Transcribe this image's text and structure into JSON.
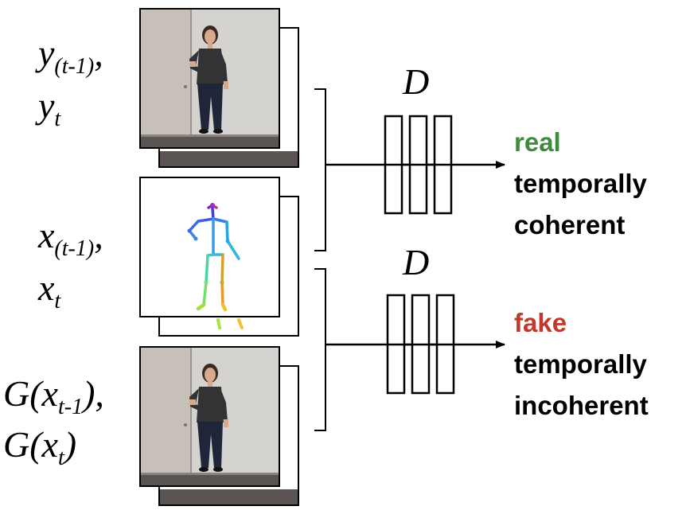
{
  "labels": {
    "y_group": {
      "line1_var": "y",
      "line1_sub": "(t-1)",
      "line1_tail": ",",
      "line2_var": "y",
      "line2_sub": "t"
    },
    "x_group": {
      "line1_var": "x",
      "line1_sub": "(t-1)",
      "line1_tail": ",",
      "line2_var": "x",
      "line2_sub": "t"
    },
    "g_group": {
      "line1_head": "G(x",
      "line1_sub": "t-1",
      "line1_tail": "),",
      "line2_head": "G(x",
      "line2_sub": "t",
      "line2_tail": ")"
    }
  },
  "discriminators": [
    {
      "name": "D"
    },
    {
      "name": "D"
    }
  ],
  "outputs": [
    {
      "status": "real",
      "status_color": "#3d8b3d",
      "line1": "temporally",
      "line2": "coherent"
    },
    {
      "status": "fake",
      "status_color": "#c0392b",
      "line1": "temporally",
      "line2": "incoherent"
    }
  ],
  "images": {
    "photo_top": "photo-of-person-standing",
    "skeleton_mid": "pose-skeleton-stick-figure",
    "photo_bottom": "generated-photo-of-person"
  },
  "colors": {
    "wall": "#d5d3d0",
    "door": "#c7c0b9",
    "floor": "#5a5552",
    "shirt": "#333336",
    "jeans": "#20263a",
    "skin": "#d9a98e",
    "hair": "#3a2a22"
  }
}
